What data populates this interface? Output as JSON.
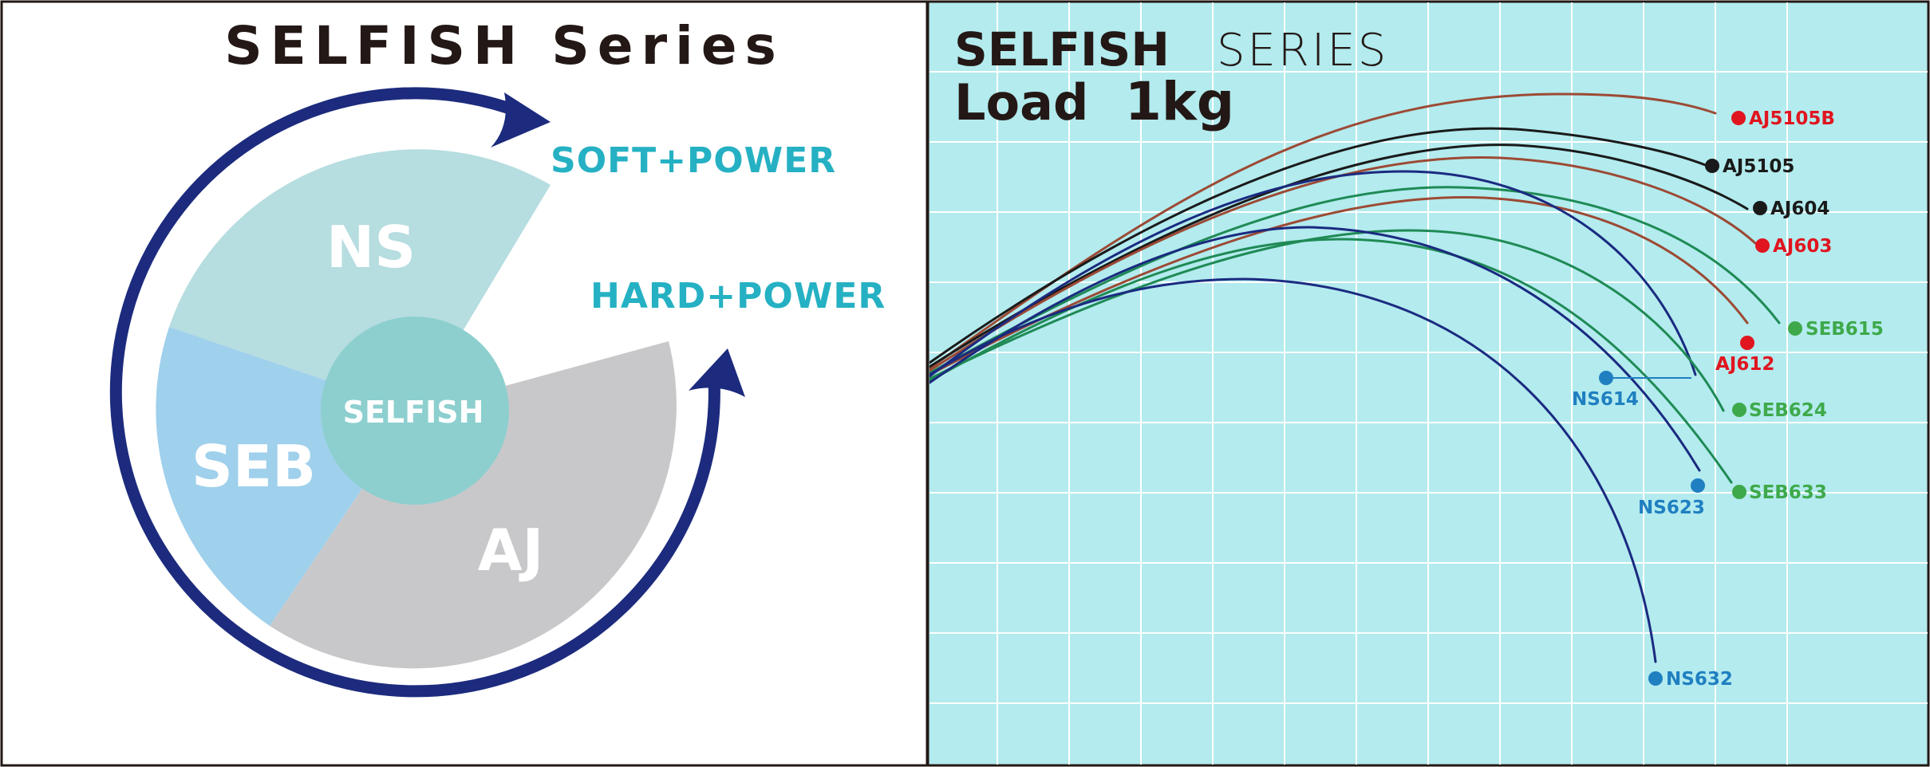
{
  "colors": {
    "navy": "#1c2b7d",
    "ns_fill": "#b6dde0",
    "seb_fill": "#9fd0ec",
    "aj_fill": "#c8c8ca",
    "selfish_fill": "#8dcfcf",
    "cyan_text": "#25b1c3",
    "chart_bg": "#b3ebee",
    "grid": "#ffffff",
    "red": "#e0151f",
    "black": "#1a1a1a",
    "green": "#3ea94a",
    "blue": "#1f7fc1",
    "brown": "#9c4a35",
    "darkgreen": "#1f8a55",
    "darkblue": "#1a2a80"
  },
  "left": {
    "title": "SELFISH Series",
    "soft_label": "SOFT+POWER",
    "hard_label": "HARD+POWER",
    "segments": {
      "ns": "NS",
      "seb": "SEB",
      "aj": "AJ",
      "center": "SELFISH"
    }
  },
  "right": {
    "title_bold": "SELFISH",
    "title_light": "SERIES",
    "load_prefix": "Load",
    "load_value": "1kg"
  },
  "rods": [
    {
      "id": "aj5105b",
      "label": "AJ5105B",
      "color": "red"
    },
    {
      "id": "aj5105",
      "label": "AJ5105",
      "color": "black"
    },
    {
      "id": "aj604",
      "label": "AJ604",
      "color": "black"
    },
    {
      "id": "aj603",
      "label": "AJ603",
      "color": "red"
    },
    {
      "id": "seb615",
      "label": "SEB615",
      "color": "green"
    },
    {
      "id": "aj612",
      "label": "AJ612",
      "color": "red"
    },
    {
      "id": "ns614",
      "label": "NS614",
      "color": "blue"
    },
    {
      "id": "seb624",
      "label": "SEB624",
      "color": "green"
    },
    {
      "id": "seb633",
      "label": "SEB633",
      "color": "green"
    },
    {
      "id": "ns623",
      "label": "NS623",
      "color": "blue"
    },
    {
      "id": "ns632",
      "label": "NS632",
      "color": "blue"
    }
  ]
}
